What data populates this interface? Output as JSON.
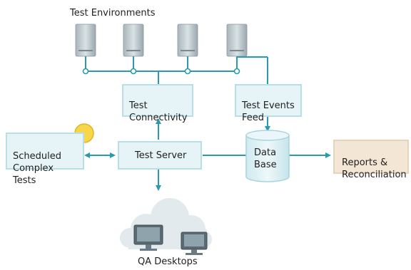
{
  "title": "Test Environments",
  "colors": {
    "line": "#2a9aae",
    "box_fill": "#e6f4f7",
    "box_border": "#b9dfe6",
    "reports_fill": "#f4e6d4",
    "sun": "#f7d64a"
  },
  "nodes": {
    "test_connectivity": "Test\nConnectivity",
    "test_events_feed": "Test Events\nFeed",
    "scheduled_complex_tests": "Scheduled\nComplex Tests",
    "test_server": "Test Server",
    "database": "Data\nBase",
    "reports": "Reports &\nReconciliation",
    "qa_desktops": "QA Desktops"
  },
  "icons": {
    "servers": "server-icon",
    "status": "sun-status-icon",
    "desktops": "qa-desktops-icon"
  }
}
